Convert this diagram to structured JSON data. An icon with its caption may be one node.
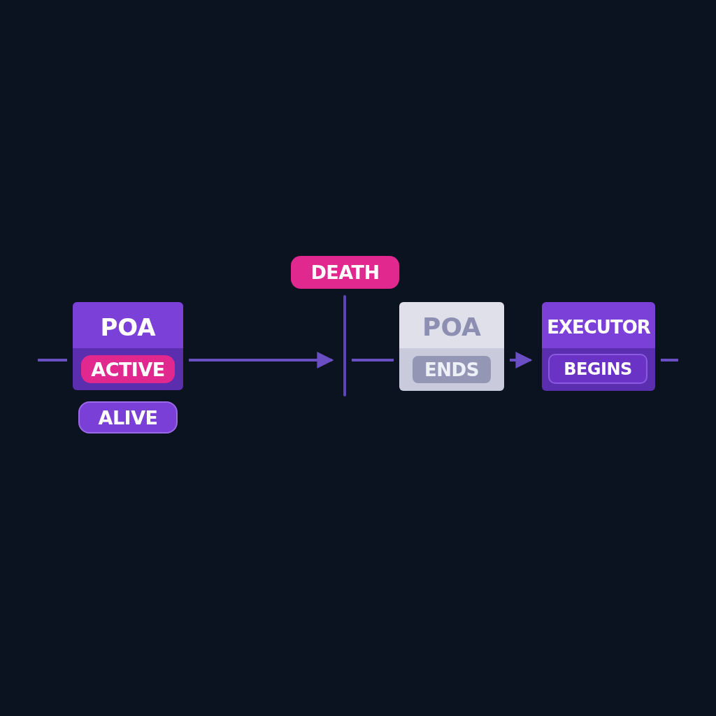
{
  "diagram": {
    "nodes": [
      {
        "text": [
          "POA"
        ]
      },
      {
        "text": [
          "ACTIVE"
        ],
        "in": 0
      },
      {
        "text": [
          "ALIVE"
        ]
      },
      {
        "text": [
          "DEATH"
        ]
      },
      {
        "text": [],
        "shape": "bar"
      },
      {
        "text": [
          "POA"
        ]
      },
      {
        "text": [
          "ENDS"
        ],
        "in": 5
      },
      {
        "text": [
          "EXECUTOR"
        ]
      },
      {
        "text": [
          "BEGINS"
        ],
        "in": 7
      }
    ],
    "edges": [
      {
        "from": null,
        "to": 0,
        "arrow": "none"
      },
      {
        "from": 0,
        "to": 4,
        "arrow": "to"
      },
      {
        "from": 4,
        "to": 5,
        "arrow": "none"
      },
      {
        "from": 5,
        "to": 7,
        "arrow": "to"
      },
      {
        "from": 7,
        "to": null,
        "arrow": "none"
      }
    ]
  }
}
